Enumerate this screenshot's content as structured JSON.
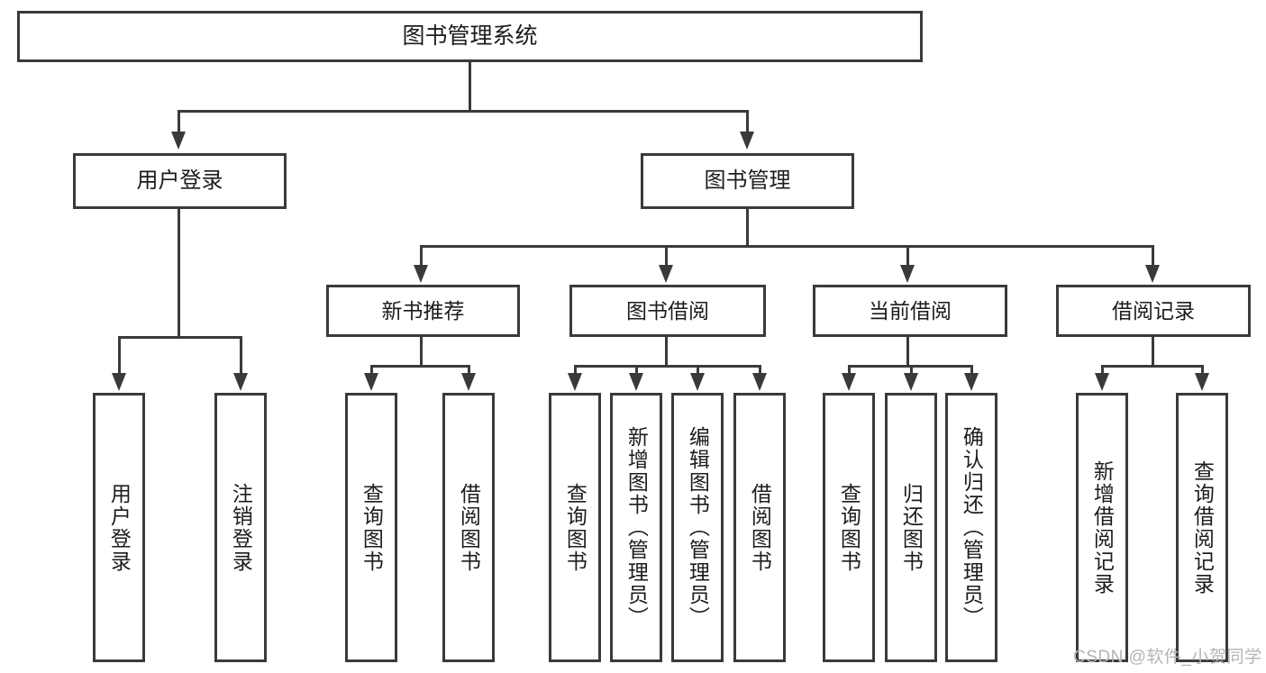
{
  "diagram": {
    "title": "图书管理系统",
    "type": "tree-hierarchy-diagram",
    "colors": {
      "stroke": "#3a3a3a",
      "fill": "#ffffff",
      "text": "#1c1c1c",
      "watermark": "#b4b4b4"
    },
    "root": {
      "label": "图书管理系统"
    },
    "level2": [
      {
        "label": "用户登录"
      },
      {
        "label": "图书管理"
      }
    ],
    "level3": [
      {
        "label": "新书推荐"
      },
      {
        "label": "图书借阅"
      },
      {
        "label": "当前借阅"
      },
      {
        "label": "借阅记录"
      }
    ],
    "leaves": {
      "user_login": [
        {
          "label": "用户登录"
        },
        {
          "label": "注销登录"
        }
      ],
      "new_book_recommend": [
        {
          "label": "查询图书"
        },
        {
          "label": "借阅图书"
        }
      ],
      "book_borrow": [
        {
          "label": "查询图书"
        },
        {
          "label": "新增图书（管理员）"
        },
        {
          "label": "编辑图书（管理员）"
        },
        {
          "label": "借阅图书"
        }
      ],
      "current_borrow": [
        {
          "label": "查询图书"
        },
        {
          "label": "归还图书"
        },
        {
          "label": "确认归还（管理员）"
        }
      ],
      "borrow_record": [
        {
          "label": "新增借阅记录"
        },
        {
          "label": "查询借阅记录"
        }
      ]
    }
  },
  "watermark": {
    "text": "CSDN @软件_小贺同学"
  }
}
